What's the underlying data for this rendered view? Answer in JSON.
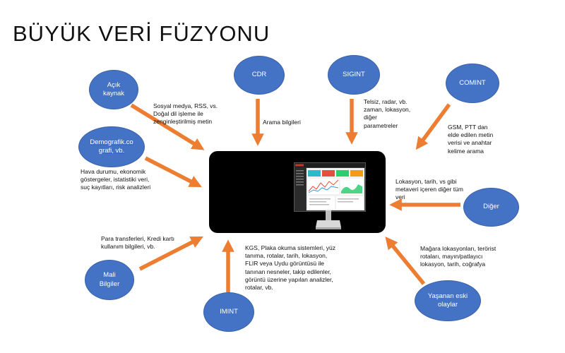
{
  "title": "BÜYÜK VERİ FÜZYONU",
  "nodes": {
    "acik_kaynak": "Açık\nkaynak",
    "cdr": "CDR",
    "sigint": "SIGINT",
    "comint": "COMINT",
    "demografik": "Demografik.co\ngrafi, vb.",
    "diger": "Diğer",
    "mali": "Mali\nBilgiler",
    "imint": "IMINT",
    "yasanan": "Yaşanan eski\nolaylar"
  },
  "labels": {
    "acik_kaynak": "Sosyal medya, RSS, vs.\nDoğal dil işleme ile\nzenginleştirilmiş metin",
    "cdr": "Arama bilgileri",
    "sigint": "Telsiz, radar, vb.\nzaman, lokasyon,\ndiğer\nparametreler",
    "comint": "GSM, PTT dan\nelde edilen metin\nverisi ve anahtar\nkelime arama",
    "demografik": "Hava durumu, ekonomik\ngöstergeler, istatistiki veri,\nsuç kayıtları, risk analizleri",
    "diger": "Lokasyon, tarih, vs gibi\nmetaveri içeren diğer tüm\nveri",
    "mali": "Para transferleri, Kredi kartı\nkullanım bilgileri, vb.",
    "imint": "KGS, Plaka okuma sistemleri, yüz\ntanıma, rotalar, tarih, lokasyon,\nFLIR veya Uydu görüntüsü ile\ntanınan nesneler, takip edilenler,\ngörüntü üzerine yapılan analizler,\nrotalar, vb.",
    "yasanan": "Mağara lokasyonları, terörist\nrotaları,  mayın/patlayıcı\nlokasyon, tarih, coğrafya"
  },
  "colors": {
    "node_fill": "#4472c4",
    "arrow": "#ed7d31",
    "monitor": "#000000"
  },
  "icons": {
    "center": "computer-monitor-dashboard-icon"
  }
}
